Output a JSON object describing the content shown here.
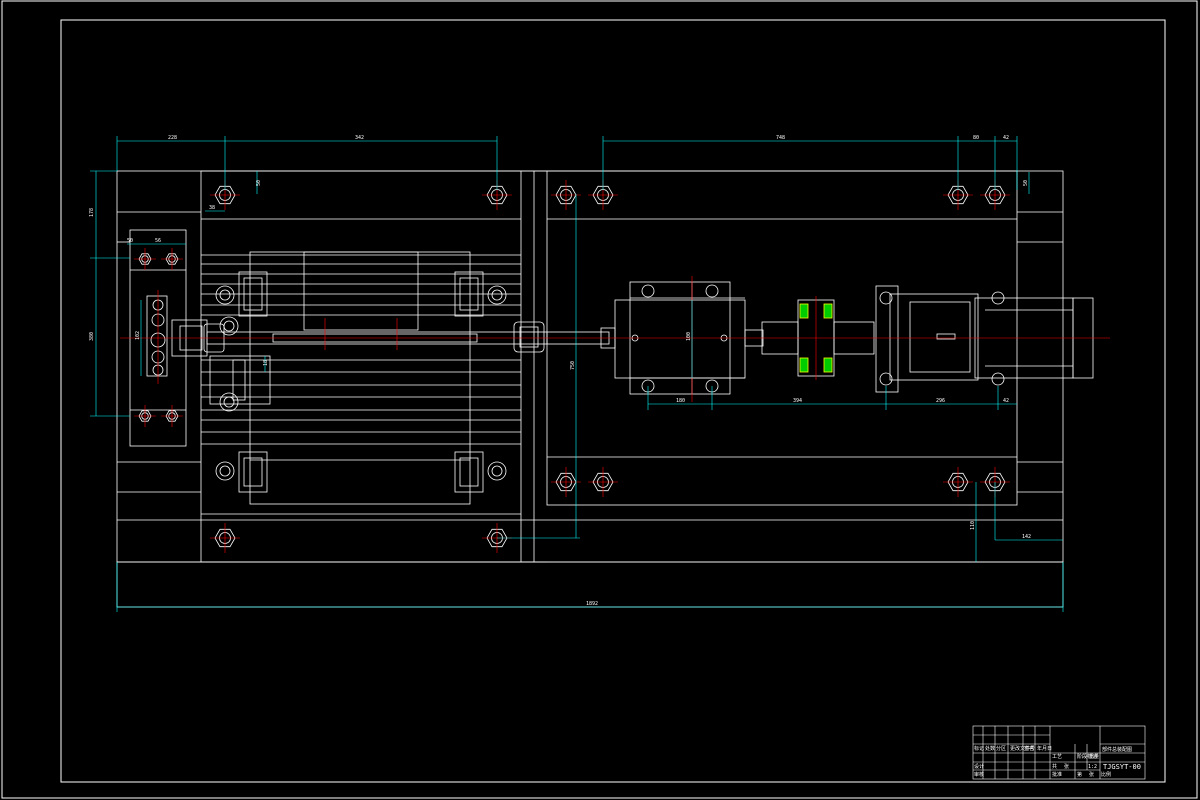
{
  "drawing": {
    "background": "#000000",
    "line_color": "#ffffff",
    "dimension_color": "#00ffff",
    "centerline_color": "#ff0000",
    "hatch_color": "#00cc00",
    "accent_color": "#ffff00"
  },
  "dimensions": {
    "top_left_a": "228",
    "top_left_b": "342",
    "top_right_a": "748",
    "top_right_b": "80",
    "top_right_c": "42",
    "left_vertical_top": "178",
    "left_vertical_main": "380",
    "offset_small": "38",
    "offset_vertical": "50",
    "bracket_a": "50",
    "bracket_b": "56",
    "bracket_vertical": "102",
    "right_small_vertical": "50",
    "center_vertical": "750",
    "gearbox_vertical": "100",
    "bottom_a": "180",
    "bottom_b": "394",
    "bottom_c": "296",
    "bottom_d": "42",
    "right_bottom_vertical": "110",
    "right_bottom_horizontal": "142",
    "cylinder_vertical": "18",
    "overall_length": "1892"
  },
  "title_block": {
    "drawing_title": "部件总装配图",
    "drawing_code": "TJGSYT-00",
    "scale": "1:2",
    "small_labels": [
      "标记",
      "处数",
      "分区",
      "更改文件号",
      "签名",
      "年月日",
      "设计",
      "审核",
      "工艺",
      "批准",
      "阶段标记",
      "重量",
      "比例",
      "共",
      "张",
      "第",
      "张"
    ]
  }
}
